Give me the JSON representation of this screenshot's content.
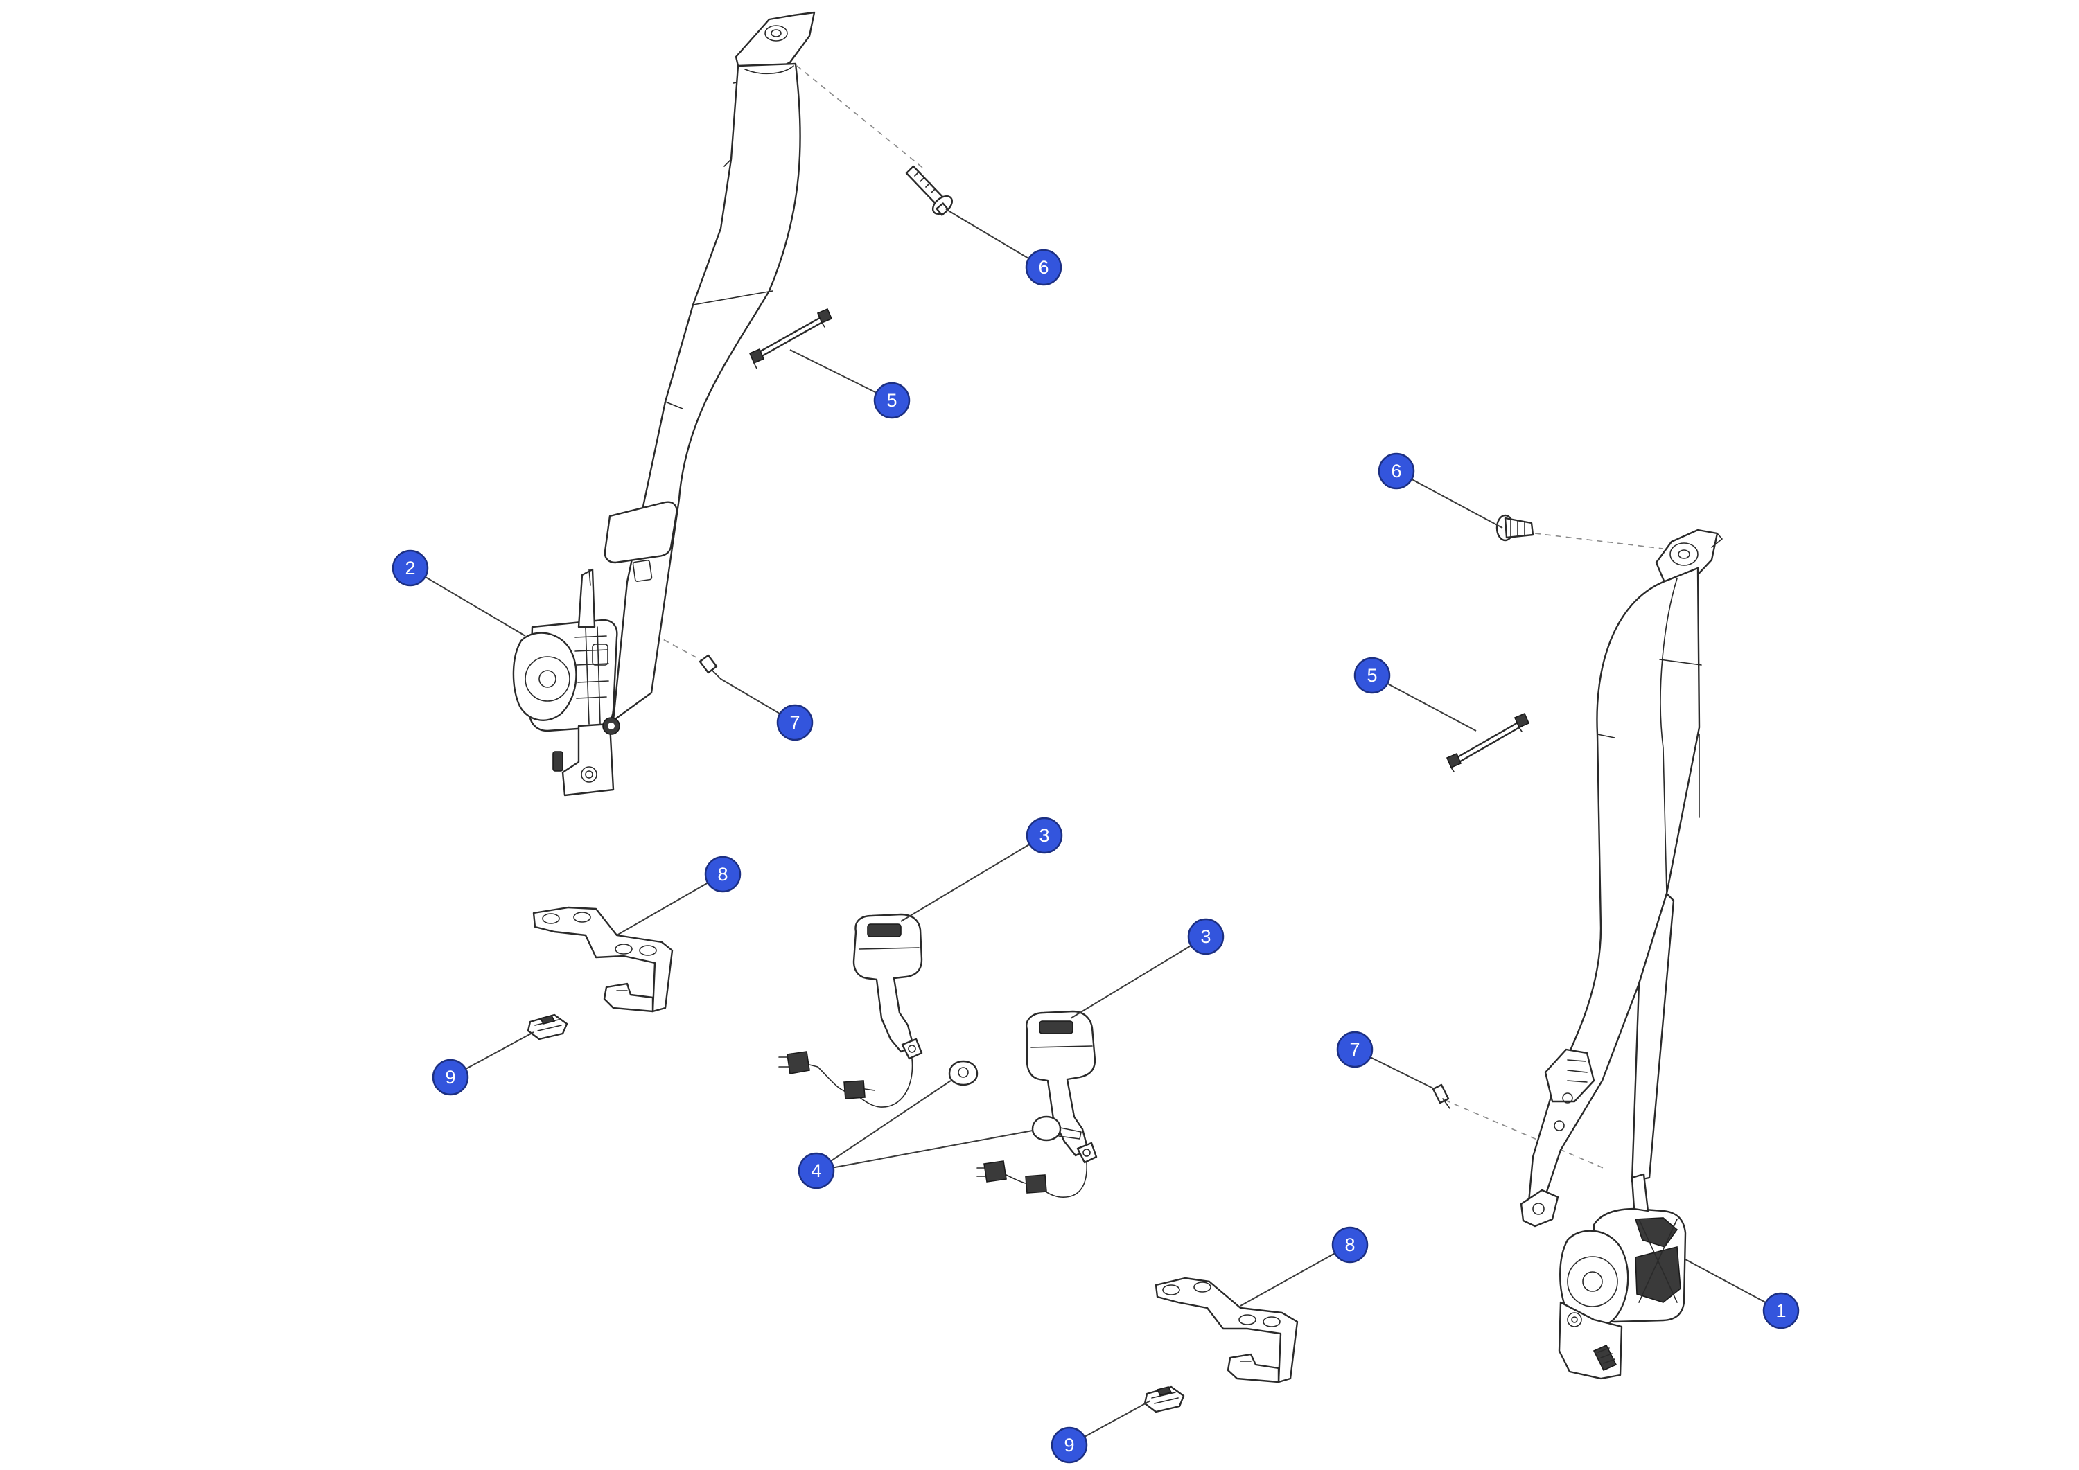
{
  "diagram": {
    "callout_color": "#3355dd",
    "callouts": [
      {
        "id": "c6a",
        "label": "6"
      },
      {
        "id": "c5a",
        "label": "5"
      },
      {
        "id": "c2",
        "label": "2"
      },
      {
        "id": "c7a",
        "label": "7"
      },
      {
        "id": "c8a",
        "label": "8"
      },
      {
        "id": "c9a",
        "label": "9"
      },
      {
        "id": "c3a",
        "label": "3"
      },
      {
        "id": "c3b",
        "label": "3"
      },
      {
        "id": "c4",
        "label": "4"
      },
      {
        "id": "c6b",
        "label": "6"
      },
      {
        "id": "c5b",
        "label": "5"
      },
      {
        "id": "c7b",
        "label": "7"
      },
      {
        "id": "c8b",
        "label": "8"
      },
      {
        "id": "c9b",
        "label": "9"
      },
      {
        "id": "c1",
        "label": "1"
      }
    ]
  }
}
